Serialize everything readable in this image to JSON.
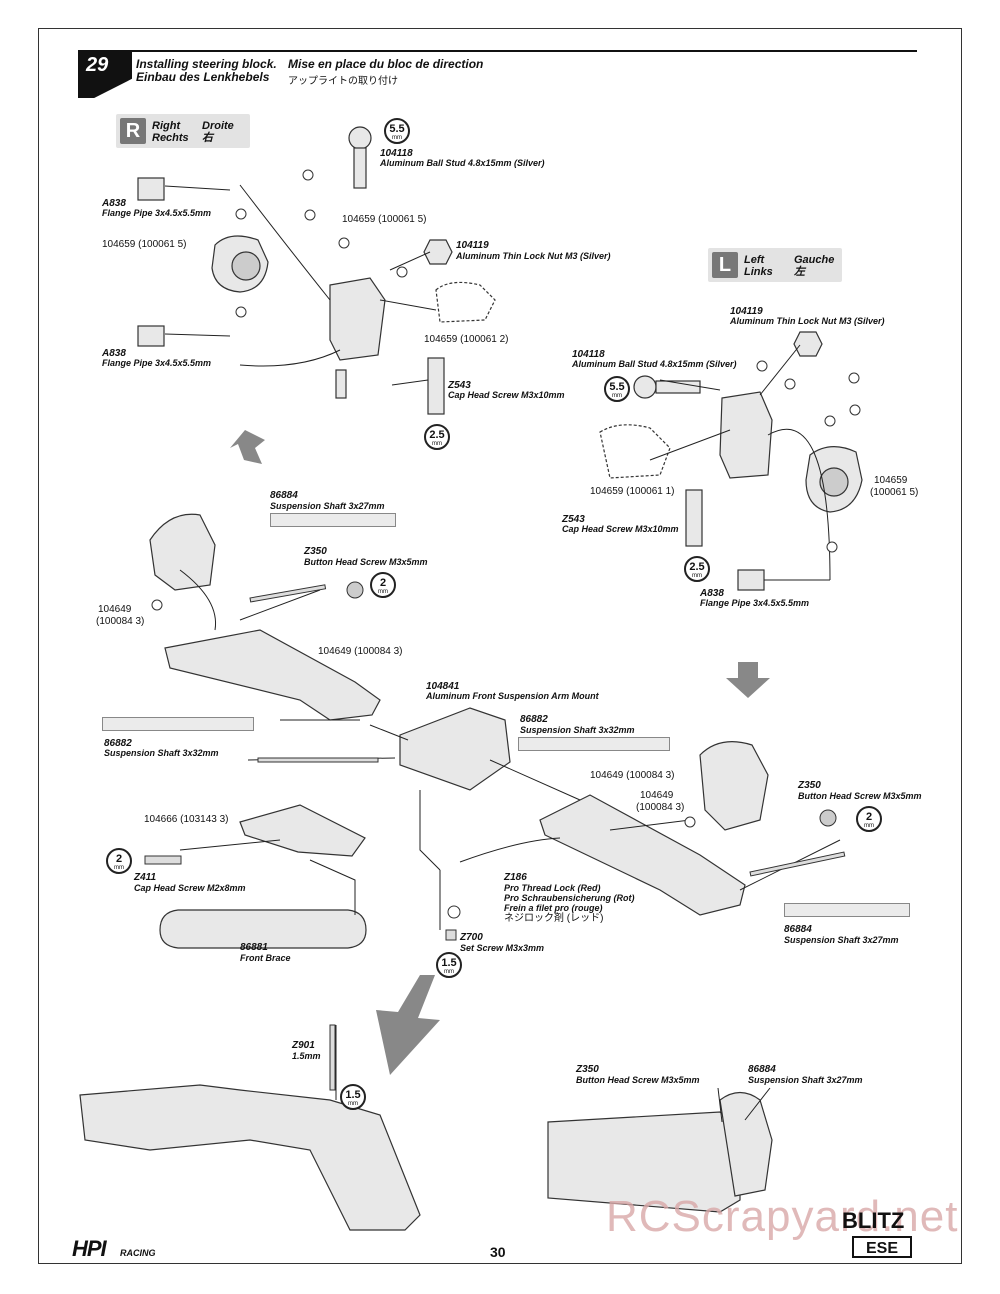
{
  "step": {
    "number": "29",
    "title_en": "Installing steering block.",
    "title_de": "Einbau des Lenkhebels",
    "title_fr": "Mise en place du bloc de direction",
    "title_jp": "アップライトの取り付け"
  },
  "right_box": {
    "letter": "R",
    "en": "Right",
    "fr": "Droite",
    "de": "Rechts",
    "jp": "右"
  },
  "left_box": {
    "letter": "L",
    "en": "Left",
    "fr": "Gauche",
    "de": "Links",
    "jp": "左"
  },
  "tools": {
    "t55": "5.5",
    "t25": "2.5",
    "t2": "2",
    "t15": "1.5",
    "unit": "mm"
  },
  "parts": {
    "a838": "A838",
    "a838_desc": "Flange Pipe 3x4.5x5.5mm",
    "p104118": "104118",
    "p104118_desc": "Aluminum Ball Stud 4.8x15mm (Silver)",
    "p104119": "104119",
    "p104119_desc": "Aluminum Thin Lock Nut M3 (Silver)",
    "z543": "Z543",
    "z543_desc": "Cap Head Screw M3x10mm",
    "p104659_5": "104659 (100061 5)",
    "p104659_2": "104659 (100061 2)",
    "p104659_1": "104659 (100061 1)",
    "p104659_top": "104659",
    "p104659_top2": "(100061 5)",
    "p86884": "86884",
    "p86884_desc": "Suspension Shaft 3x27mm",
    "z350": "Z350",
    "z350_desc": "Button Head Screw M3x5mm",
    "p104649_a": "104649",
    "p104649_a2": "(100084 3)",
    "p104649_b": "104649 (100084 3)",
    "p104841": "104841",
    "p104841_desc": "Aluminum Front Suspension Arm Mount",
    "p86882": "86882",
    "p86882_desc": "Suspension Shaft 3x32mm",
    "p104666": "104666 (103143 3)",
    "z411": "Z411",
    "z411_desc": "Cap Head Screw M2x8mm",
    "z186": "Z186",
    "z186_l1": "Pro Thread Lock (Red)",
    "z186_l2": "Pro Schraubensicherung (Rot)",
    "z186_l3": "Frein a filet pro (rouge)",
    "z186_l4": "ネジロック剤 (レッド)",
    "z700": "Z700",
    "z700_desc": "Set Screw M3x3mm",
    "p86881": "86881",
    "p86881_desc": "Front Brace",
    "z901": "Z901",
    "z901_desc": "1.5mm"
  },
  "footer": {
    "page": "30",
    "brand_left": "HPI",
    "brand_left_sub": "RACING",
    "brand_right": "BLITZ",
    "brand_right_sub": "ESE",
    "watermark": "RCScrapyard.net"
  }
}
